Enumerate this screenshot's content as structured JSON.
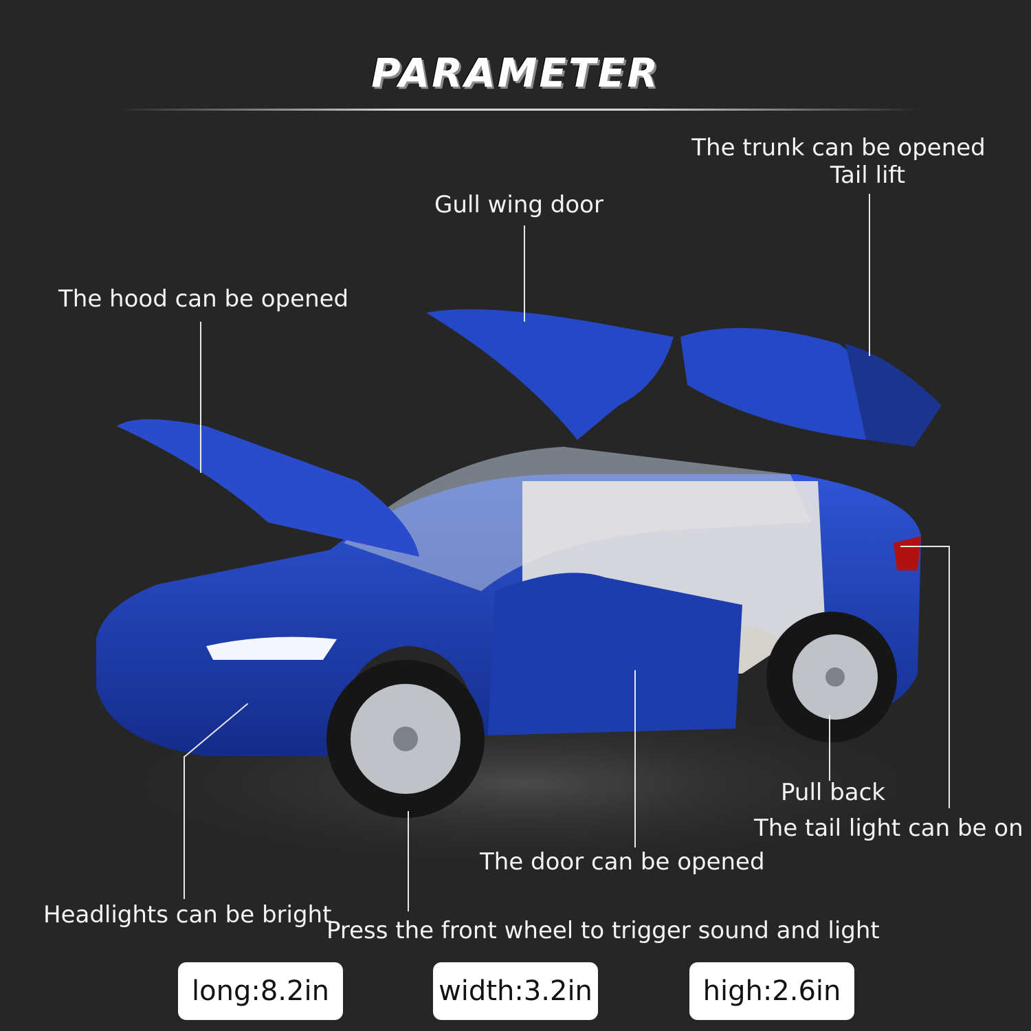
{
  "title": "PARAMETER",
  "labels": {
    "trunk_line1": "The trunk can be opened",
    "trunk_line2": "Tail lift",
    "gull_wing": "Gull wing door",
    "hood": "The hood can be opened",
    "pull_back": "Pull back",
    "tail_light": "The tail light can be on",
    "door": "The door can be opened",
    "headlights": "Headlights can be bright",
    "front_wheel": "Press the front wheel to trigger sound and light"
  },
  "dimensions": {
    "long": "long:8.2in",
    "width": "width:3.2in",
    "high": "high:2.6in"
  },
  "colors": {
    "background": "#262626",
    "car_body": "#1f3fb3",
    "interior": "#e9e6e1"
  }
}
